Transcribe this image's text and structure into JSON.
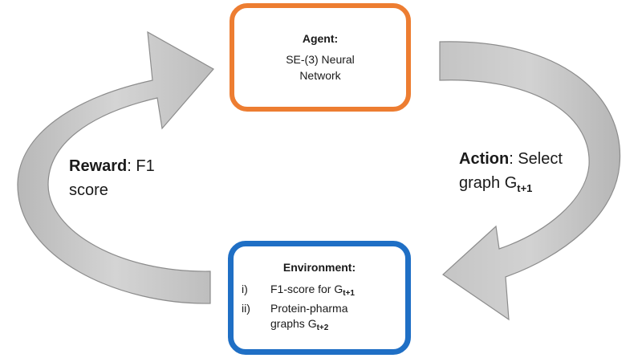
{
  "agent": {
    "title": "Agent:",
    "line1": "SE-(3) Neural",
    "line2": "Network"
  },
  "environment": {
    "title": "Environment:",
    "items": [
      {
        "num": "i)",
        "text": "F1-score for G",
        "sub": "t+1"
      },
      {
        "num": "ii)",
        "text": "Protein-pharma",
        "text2": "graphs G",
        "sub": "t+2"
      }
    ]
  },
  "reward": {
    "bold": "Reward",
    "rest": ": F1",
    "line2": "score"
  },
  "action": {
    "bold": "Action",
    "rest": ": Select",
    "line2": "graph G",
    "sub": "t+1"
  },
  "colors": {
    "agent_border": "#ed7d31",
    "environment_border": "#1f6fc5",
    "arrow_fill": "#c8c8c8",
    "arrow_stroke": "#8c8c8c"
  }
}
